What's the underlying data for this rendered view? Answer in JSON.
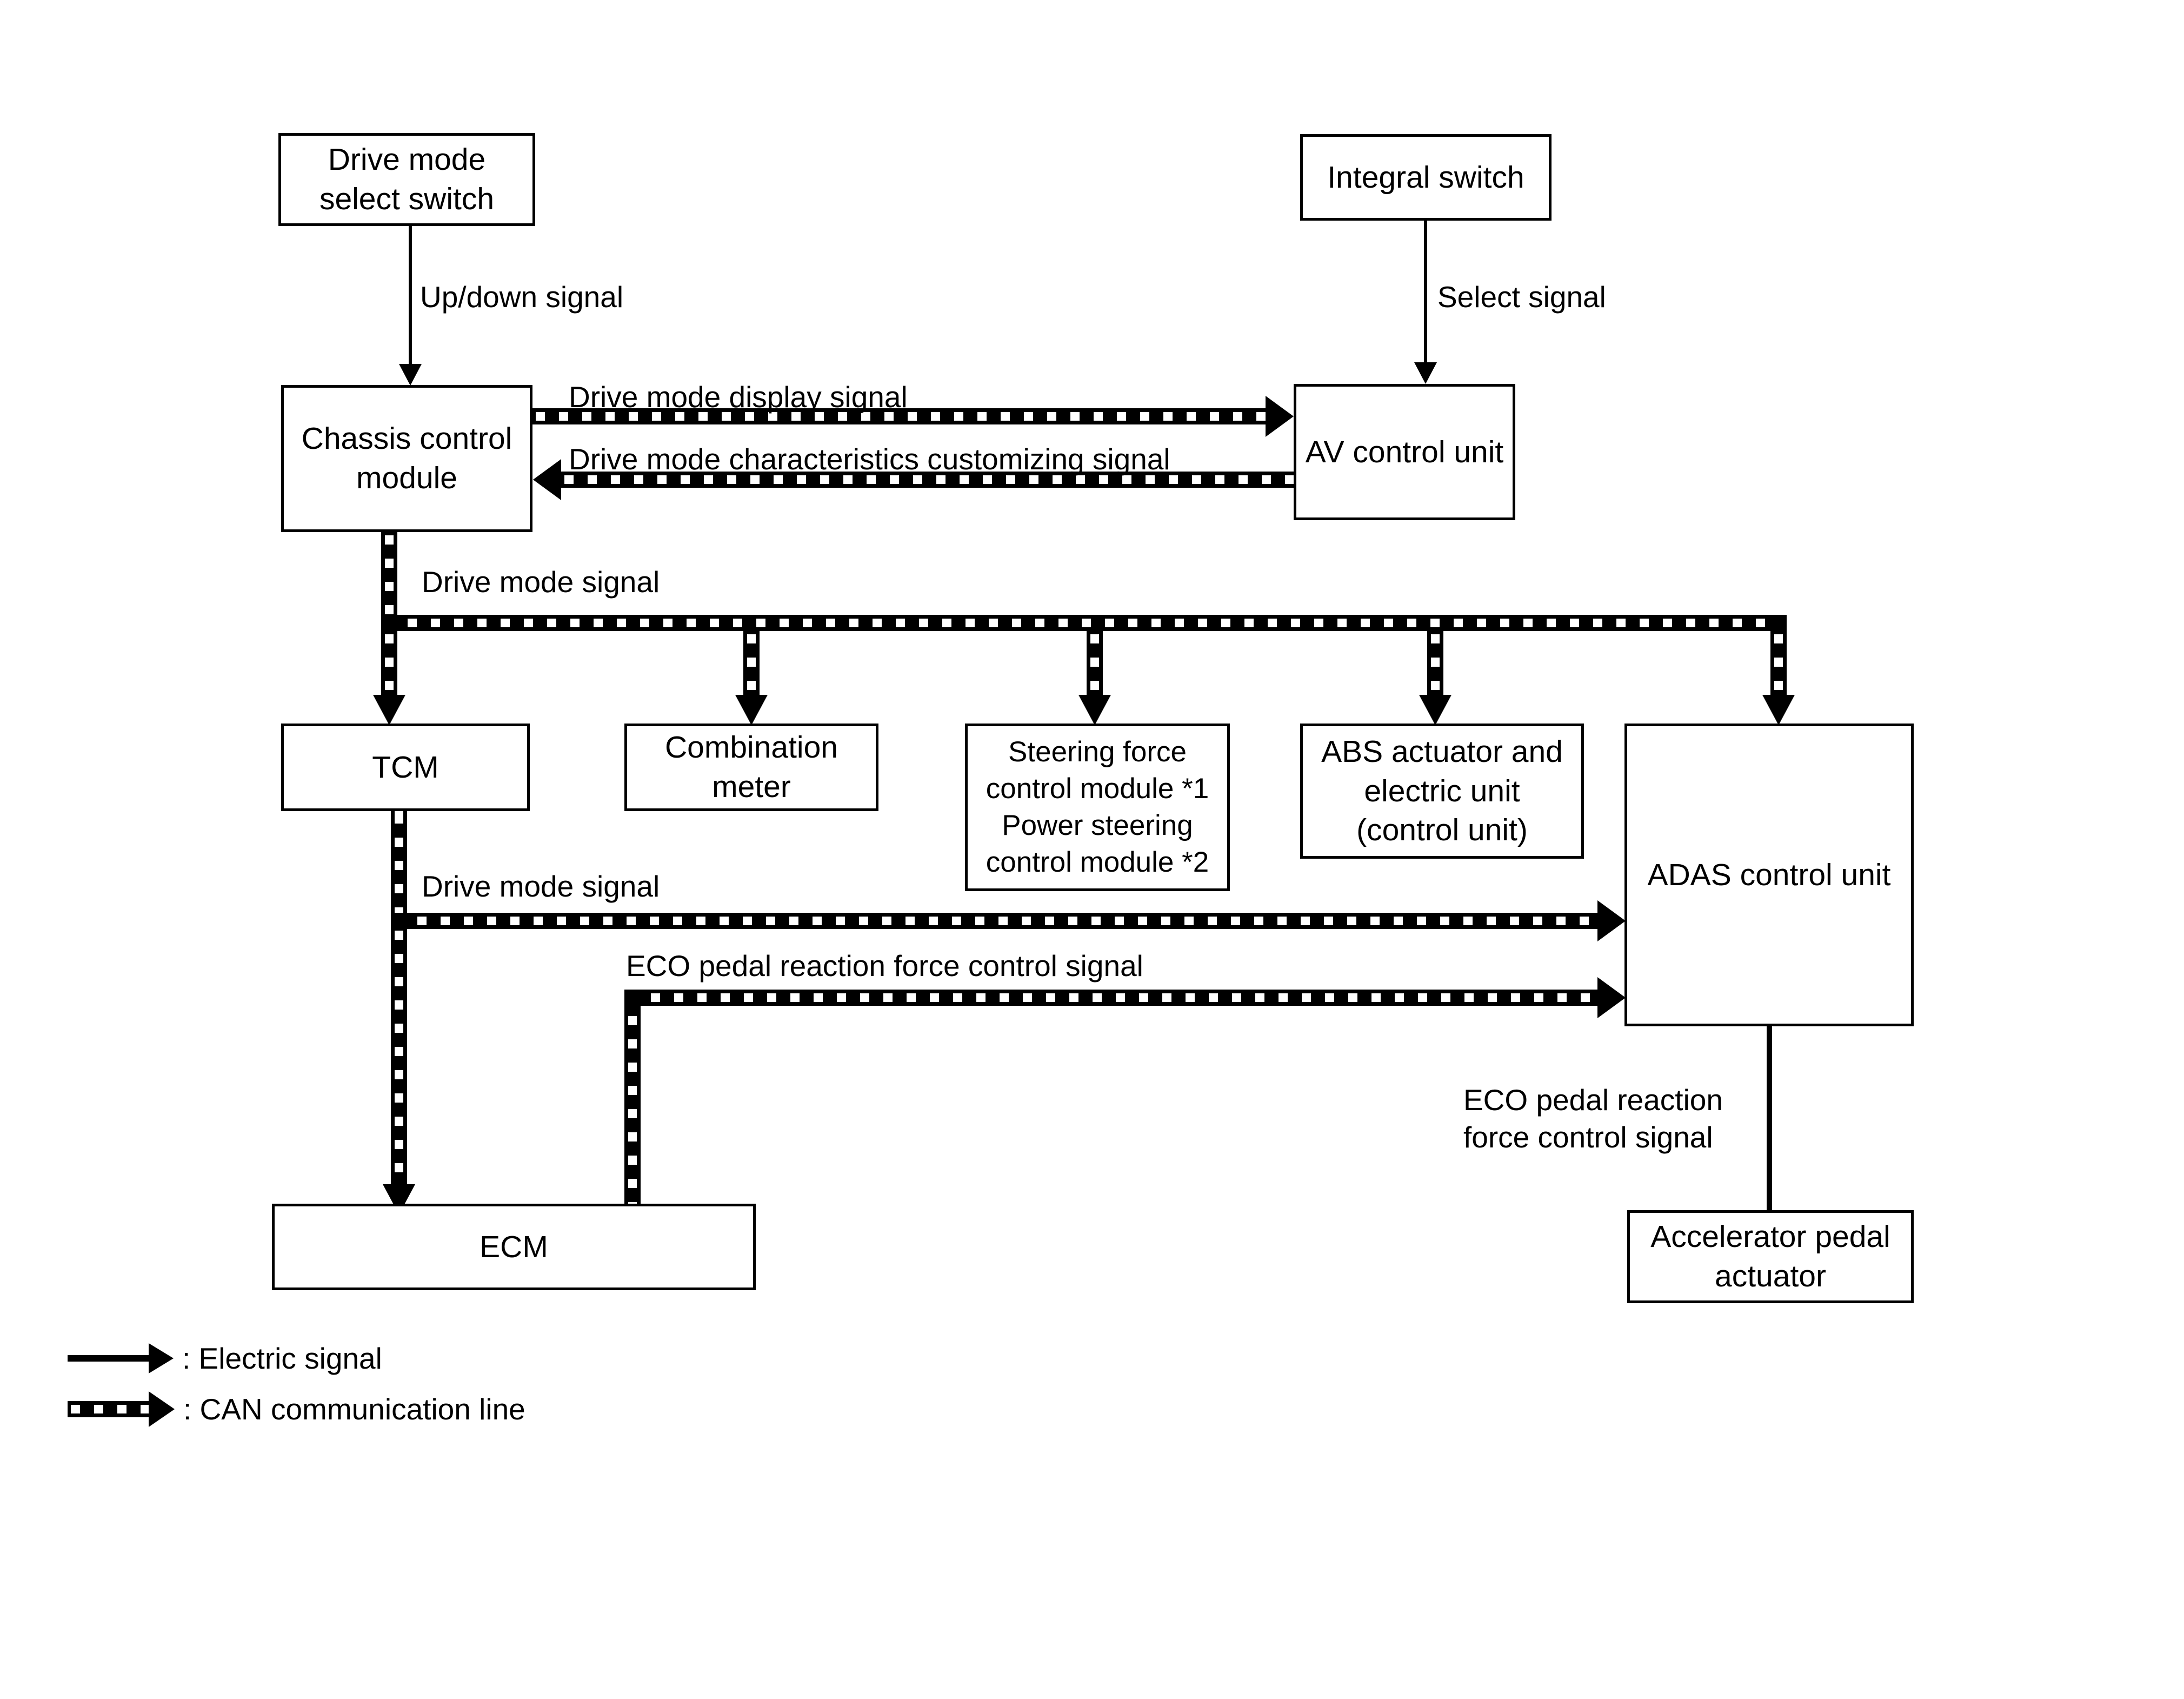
{
  "diagram": {
    "title": "Drive mode system block diagram",
    "colors": {
      "line": "#000000",
      "box_fill": "#ffffff",
      "background": "#ffffff"
    }
  },
  "boxes": {
    "drive_mode_select_switch": "Drive mode\nselect switch",
    "integral_switch": "Integral switch",
    "chassis_control_module": "Chassis control\nmodule",
    "av_control_unit": "AV control unit",
    "tcm": "TCM",
    "combination_meter": "Combination\nmeter",
    "steering_power_module": "Steering force\ncontrol module *1\nPower steering\ncontrol module *2",
    "abs_actuator": "ABS actuator and\nelectric unit\n(control unit)",
    "adas_control_unit": "ADAS control unit",
    "ecm": "ECM",
    "accelerator_pedal_actuator": "Accelerator pedal\nactuator"
  },
  "signals": {
    "up_down": "Up/down signal",
    "select": "Select signal",
    "drive_mode_display": "Drive mode display signal",
    "drive_mode_characteristics": "Drive mode characteristics customizing signal",
    "drive_mode_bus": "Drive mode signal",
    "drive_mode_tcm": "Drive mode signal",
    "eco_pedal_bus": "ECO pedal reaction force control signal",
    "eco_pedal_actuator": "ECO pedal reaction\nforce control signal"
  },
  "legend": {
    "electric": ": Electric signal",
    "can": ": CAN communication line"
  }
}
